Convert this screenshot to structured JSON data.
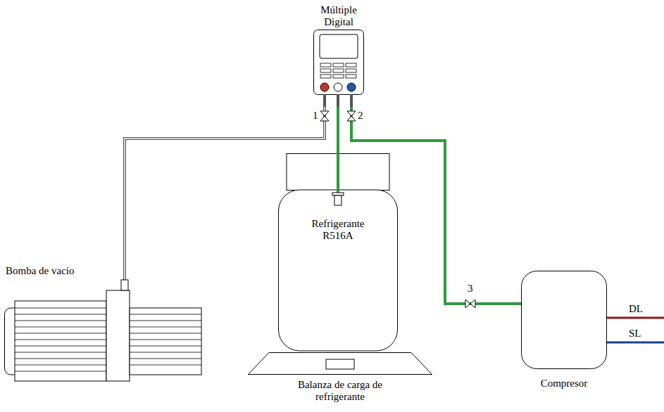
{
  "diagram": {
    "nodes": [
      {
        "text": [
          "Múltiple Digital"
        ]
      },
      {
        "text": [
          "Bomba de vacío"
        ]
      },
      {
        "text": [
          "Refrigerante R516A"
        ]
      },
      {
        "text": [
          "Balanza de carga de refrigerante"
        ]
      },
      {
        "text": [
          "Compresor"
        ]
      }
    ],
    "edges": [
      {
        "from": 0,
        "to": 1,
        "arrow": "none"
      },
      {
        "from": 0,
        "to": 2,
        "arrow": "none"
      },
      {
        "from": 0,
        "to": 4,
        "arrow": "none"
      }
    ],
    "labels": [
      "1",
      "2",
      "3",
      "DL",
      "SL"
    ]
  }
}
